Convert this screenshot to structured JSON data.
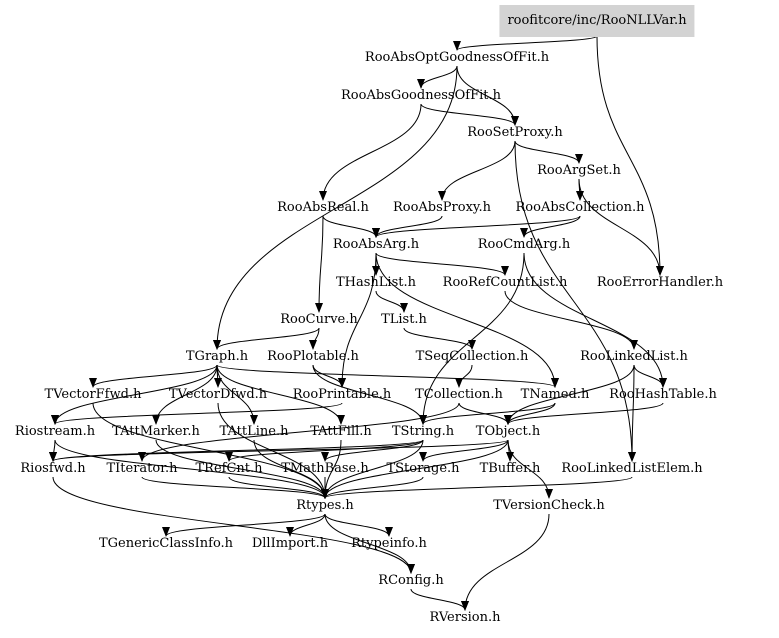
{
  "diagram": {
    "root": "roofitcore/inc/RooNLLVar.h",
    "nodes": {
      "root": "roofitcore/inc/RooNLLVar.h",
      "absopt": "RooAbsOptGoodnessOfFit.h",
      "absgof": "RooAbsGoodnessOfFit.h",
      "setproxy": "RooSetProxy.h",
      "argset": "RooArgSet.h",
      "absreal": "RooAbsReal.h",
      "absproxy": "RooAbsProxy.h",
      "abscoll": "RooAbsCollection.h",
      "absarg": "RooAbsArg.h",
      "cmdarg": "RooCmdArg.h",
      "hashlist": "THashList.h",
      "refcount": "RooRefCountList.h",
      "errhandler": "RooErrorHandler.h",
      "curve": "RooCurve.h",
      "tlist": "TList.h",
      "tgraph": "TGraph.h",
      "plotable": "RooPlotable.h",
      "seqcoll": "TSeqCollection.h",
      "linkedlist": "RooLinkedList.h",
      "vecf": "TVectorFfwd.h",
      "vecd": "TVectorDfwd.h",
      "printable": "RooPrintable.h",
      "tcoll": "TCollection.h",
      "tnamed": "TNamed.h",
      "hashtable": "RooHashTable.h",
      "riostream": "Riostream.h",
      "attmarker": "TAttMarker.h",
      "attline": "TAttLine.h",
      "attfill": "TAttFill.h",
      "tstring": "TString.h",
      "tobject": "TObject.h",
      "riosfwd": "Riosfwd.h",
      "iterator": "TIterator.h",
      "refcnt": "TRefCnt.h",
      "mathbase": "TMathBase.h",
      "storage": "TStorage.h",
      "buffer": "TBuffer.h",
      "linkedelem": "RooLinkedListElem.h",
      "rtypes": "Rtypes.h",
      "versioncheck": "TVersionCheck.h",
      "genclass": "TGenericClassInfo.h",
      "dllimport": "DllImport.h",
      "rtypeinfo": "Rtypeinfo.h",
      "rconfig": "RConfig.h",
      "rversion": "RVersion.h"
    },
    "edges": [
      [
        "root",
        "absopt"
      ],
      [
        "root",
        "errhandler"
      ],
      [
        "absopt",
        "absgof"
      ],
      [
        "absopt",
        "setproxy"
      ],
      [
        "absopt",
        "tgraph"
      ],
      [
        "absgof",
        "absreal"
      ],
      [
        "absgof",
        "setproxy"
      ],
      [
        "setproxy",
        "argset"
      ],
      [
        "setproxy",
        "absproxy"
      ],
      [
        "setproxy",
        "linkedelem"
      ],
      [
        "argset",
        "abscoll"
      ],
      [
        "argset",
        "errhandler"
      ],
      [
        "absreal",
        "absarg"
      ],
      [
        "absreal",
        "curve"
      ],
      [
        "absproxy",
        "absarg"
      ],
      [
        "abscoll",
        "absarg"
      ],
      [
        "abscoll",
        "cmdarg"
      ],
      [
        "absarg",
        "hashlist"
      ],
      [
        "absarg",
        "refcount"
      ],
      [
        "absarg",
        "tnamed"
      ],
      [
        "absarg",
        "printable"
      ],
      [
        "cmdarg",
        "tstring"
      ],
      [
        "cmdarg",
        "hashtable"
      ],
      [
        "hashlist",
        "tlist"
      ],
      [
        "refcount",
        "linkedlist"
      ],
      [
        "curve",
        "tgraph"
      ],
      [
        "curve",
        "plotable"
      ],
      [
        "tlist",
        "seqcoll"
      ],
      [
        "tgraph",
        "vecf"
      ],
      [
        "tgraph",
        "vecd"
      ],
      [
        "tgraph",
        "attmarker"
      ],
      [
        "tgraph",
        "attline"
      ],
      [
        "tgraph",
        "attfill"
      ],
      [
        "tgraph",
        "tnamed"
      ],
      [
        "tgraph",
        "riostream"
      ],
      [
        "plotable",
        "printable"
      ],
      [
        "plotable",
        "tstring"
      ],
      [
        "seqcoll",
        "tcoll"
      ],
      [
        "linkedlist",
        "hashtable"
      ],
      [
        "linkedlist",
        "linkedelem"
      ],
      [
        "linkedlist",
        "tobject"
      ],
      [
        "printable",
        "riostream"
      ],
      [
        "tcoll",
        "tobject"
      ],
      [
        "tcoll",
        "iterator"
      ],
      [
        "tnamed",
        "tobject"
      ],
      [
        "tnamed",
        "tstring"
      ],
      [
        "hashtable",
        "tobject"
      ],
      [
        "riostream",
        "riosfwd"
      ],
      [
        "riostream",
        "rtypes"
      ],
      [
        "attmarker",
        "rtypes"
      ],
      [
        "attline",
        "rtypes"
      ],
      [
        "attfill",
        "rtypes"
      ],
      [
        "tstring",
        "refcnt"
      ],
      [
        "tstring",
        "mathbase"
      ],
      [
        "tstring",
        "riosfwd"
      ],
      [
        "tstring",
        "rtypes"
      ],
      [
        "tobject",
        "storage"
      ],
      [
        "tobject",
        "buffer"
      ],
      [
        "tobject",
        "versioncheck"
      ],
      [
        "tobject",
        "rtypes"
      ],
      [
        "tobject",
        "riosfwd"
      ],
      [
        "iterator",
        "rtypes"
      ],
      [
        "refcnt",
        "rtypes"
      ],
      [
        "mathbase",
        "rtypes"
      ],
      [
        "storage",
        "rtypes"
      ],
      [
        "linkedelem",
        "rtypes"
      ],
      [
        "vecf",
        "rtypes"
      ],
      [
        "vecd",
        "rtypes"
      ],
      [
        "riosfwd",
        "rconfig"
      ],
      [
        "rtypes",
        "genclass"
      ],
      [
        "rtypes",
        "dllimport"
      ],
      [
        "rtypes",
        "rtypeinfo"
      ],
      [
        "rtypes",
        "rconfig"
      ],
      [
        "versioncheck",
        "rversion"
      ],
      [
        "rconfig",
        "rversion"
      ]
    ]
  }
}
